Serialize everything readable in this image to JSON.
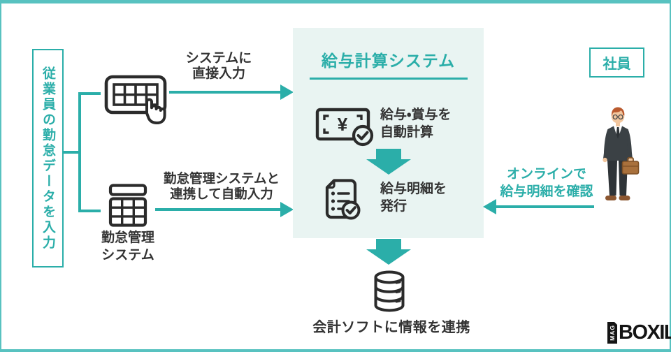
{
  "palette": {
    "teal": "#2BAEA9",
    "frame": "#58C2C0",
    "box_bg": "#E9F4F2",
    "ink": "#333333"
  },
  "left_panel": {
    "vertical_label": "従業員の勤怠データを入力"
  },
  "route_direct": {
    "line1": "システムに",
    "line2": "直接入力"
  },
  "route_auto": {
    "line1": "勤怠管理システムと",
    "line2": "連携して自動入力",
    "system_name_line1": "勤怠管理",
    "system_name_line2": "システム"
  },
  "payroll_box": {
    "title": "給与計算システム",
    "step1": {
      "line1": "給与・賞与を",
      "line2": "自動計算"
    },
    "step2": {
      "line1": "給与明細を",
      "line2": "発行"
    },
    "yen_symbol": "¥"
  },
  "accounting": {
    "caption": "会計ソフトに情報を連携"
  },
  "employee": {
    "label": "社員",
    "action_line1": "オンラインで",
    "action_line2": "給与明細を確認"
  },
  "logo": {
    "mag": "MAG",
    "brand": "BOXIL"
  },
  "icons": {
    "direct_entry": "table-input-cursor-icon",
    "attendance_system": "spreadsheet-table-icon",
    "salary_calc": "banknote-yen-check-icon",
    "payslip": "document-checklist-icon",
    "accounting_db": "database-icon",
    "employee_figure": "businessman-illustration"
  }
}
